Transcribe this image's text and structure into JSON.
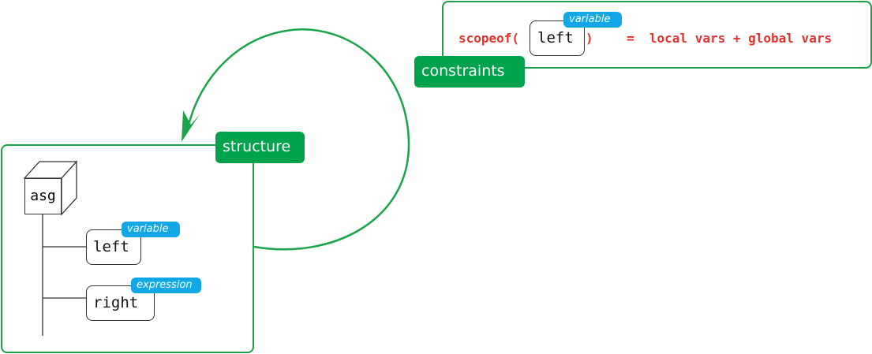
{
  "constraints": {
    "label": "constraints",
    "expr_prefix": "scopeof(",
    "expr_arg": "left",
    "expr_arg_tag": "variable",
    "expr_close": ")",
    "expr_rhs": "=  local vars + global vars"
  },
  "structure": {
    "label": "structure",
    "root": "asg",
    "children": [
      {
        "name": "left",
        "tag": "variable"
      },
      {
        "name": "right",
        "tag": "expression"
      }
    ]
  },
  "colors": {
    "green": "#00a34b",
    "tag_blue": "#12a8e6",
    "code_red": "#e8302e"
  }
}
